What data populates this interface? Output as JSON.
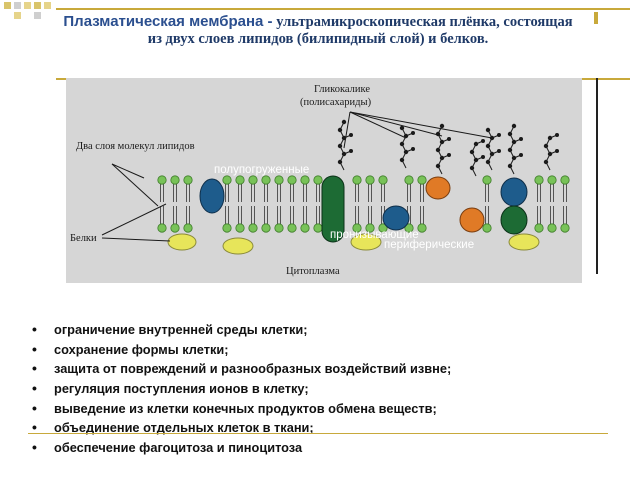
{
  "title": {
    "lead": "Плазматическая мембрана -",
    "rest": "ультрамикроскопическая плёнка, состоящая из двух слоев липидов (билипидный слой) и белков."
  },
  "diagram": {
    "labels": {
      "glycocalyx": "Гликокалике",
      "glycocalyx_sub": "(полисахариды)",
      "lipid_layers": "Два слоя молекул липидов",
      "proteins": "Белки",
      "cytoplasm": "Цитоплазма",
      "semi_submerged": "полупогруженные",
      "penetrating": "пронизывающие",
      "peripheral": "периферические"
    },
    "colors": {
      "background": "#d6d6d6",
      "lipid_head": "#78c258",
      "blue_protein": "#1e5c8c",
      "green_protein": "#1d6b34",
      "orange_protein": "#e07a26",
      "yellow_protein": "#e7e55a",
      "glycocalyx": "#1a1a1a"
    }
  },
  "functions": [
    "ограничение внутренней среды клетки;",
    "сохранение формы клетки;",
    "защита от повреждений и разнообразных воздействий извне;",
    "регуляция поступления ионов в клетку;",
    "выведение из клетки конечных продуктов обмена веществ;",
    "объединение отдельных клеток в ткани;",
    "обеспечение фагоцитоза и пиноцитоза"
  ]
}
